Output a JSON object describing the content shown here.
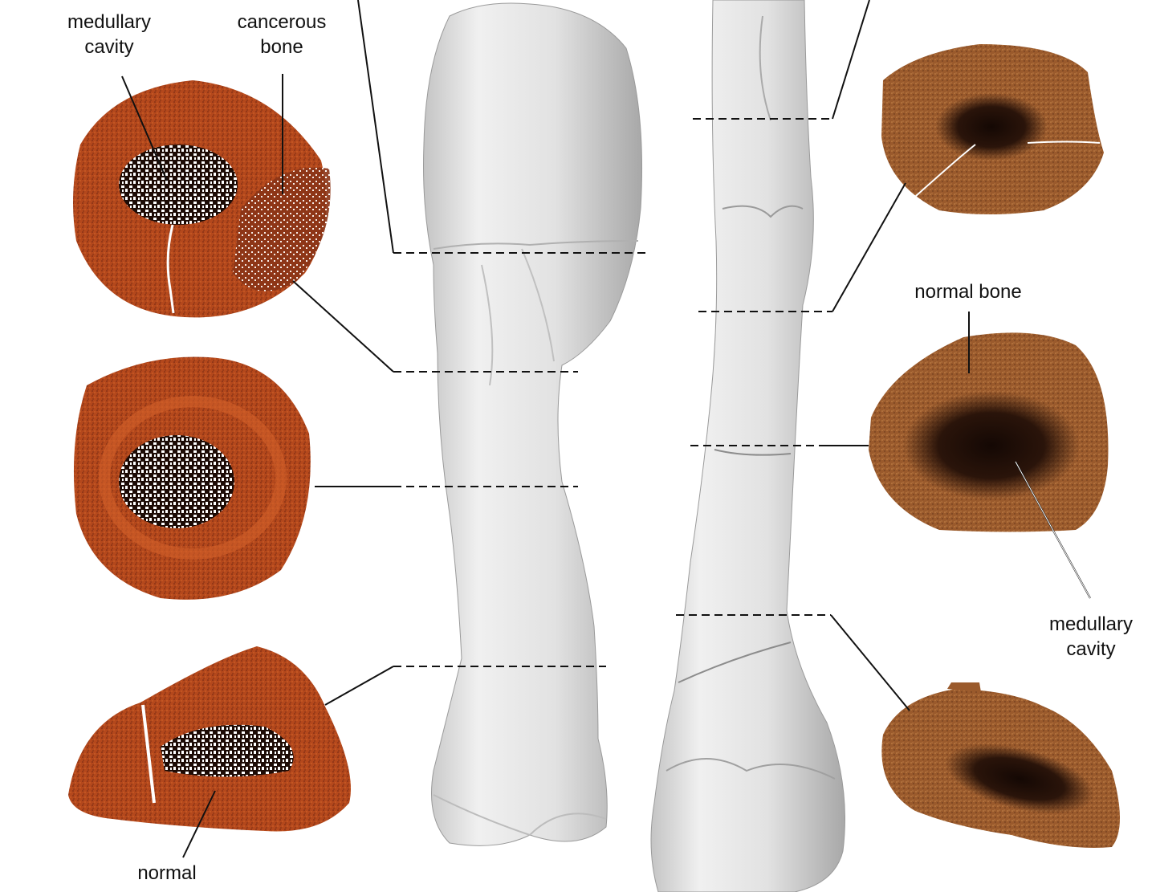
{
  "figure": {
    "description": "3D bone models with histological cross-sections at dashed section lines",
    "colors": {
      "background": "#ffffff",
      "bone_model": "#e6e6e6",
      "bone_model_shadow": "#b8b8b8",
      "section_cortex_left": "#b4481c",
      "section_cortex_dark": "#6e2410",
      "section_cortex_right": "#9a5a2c",
      "section_medulla_right": "#2a140a",
      "cancellous_white": "#ffffff",
      "leader_line": "#111111"
    },
    "labels": {
      "top_left_medullary": "medullary\ncavity",
      "top_left_medullary_l1": "medullary",
      "top_left_medullary_l2": "cavity",
      "top_left_cancerous_l1": "cancerous",
      "top_left_cancerous_l2": "bone",
      "right_normal_bone": "normal bone",
      "right_medullary_l1": "medullary",
      "right_medullary_l2": "cavity",
      "bottom_left_normal": "normal"
    },
    "sections": {
      "left": [
        "proximal section (pathological, cancerous bone)",
        "mid-proximal section",
        "mid-shaft section",
        "distal section"
      ],
      "right": [
        "proximal section",
        "mid-proximal section",
        "mid-shaft section (normal bone)",
        "distal section"
      ]
    }
  }
}
